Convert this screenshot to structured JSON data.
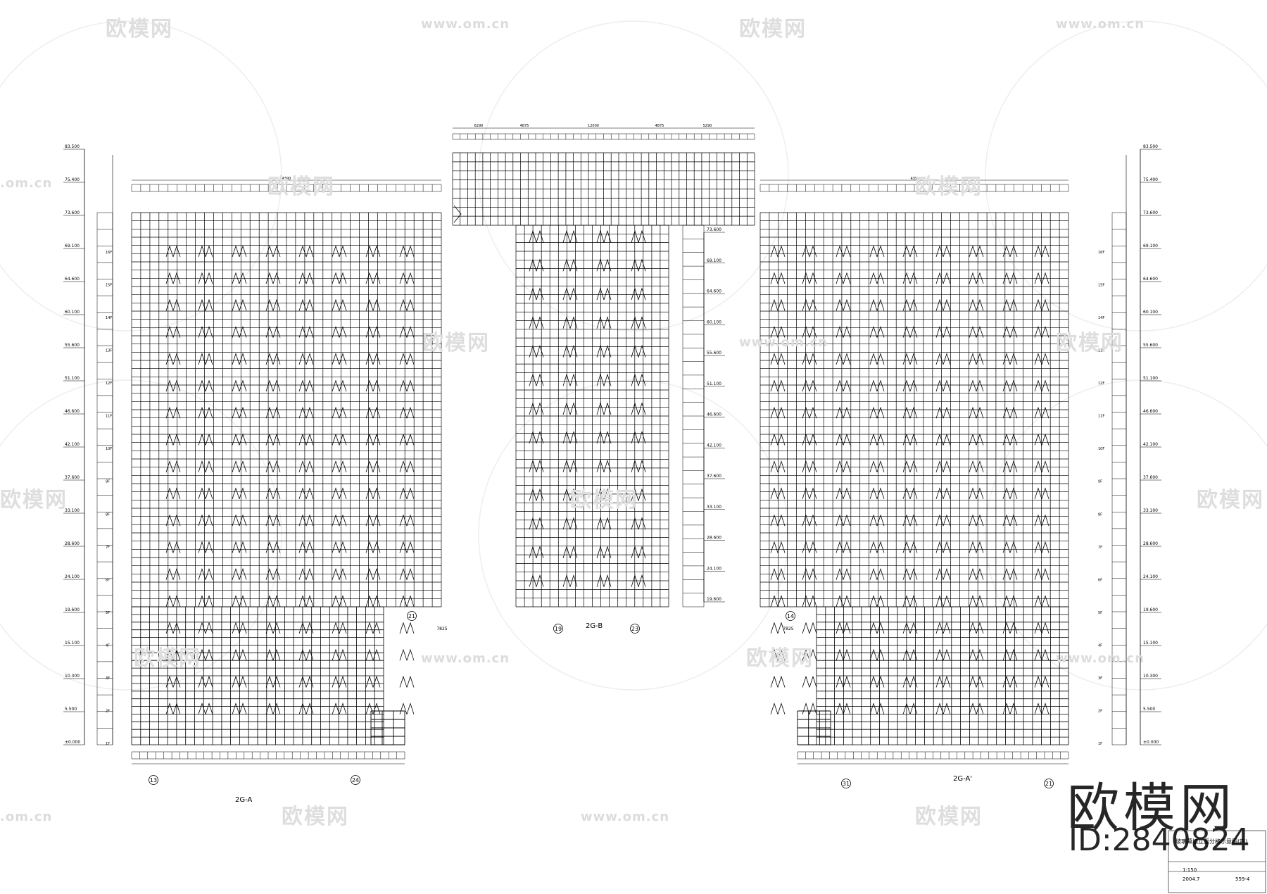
{
  "watermark": {
    "brand": "欧模网",
    "url": "www.om.cn",
    "url_fragment": ".om.cn",
    "id_text": "ID:2840824"
  },
  "elevations": [
    {
      "name": "2G-A",
      "label": "2G-A",
      "start_axis": "13",
      "end_axis": "24",
      "levels": [
        "83.500",
        "75.400",
        "73.600",
        "69.100",
        "64.600",
        "60.100",
        "55.600",
        "51.100",
        "46.600",
        "42.100",
        "37.600",
        "33.100",
        "28.600",
        "24.100",
        "19.600",
        "15.100",
        "10.300",
        "5.500",
        "±0.000"
      ],
      "floors": [
        "16F",
        "15F",
        "14F",
        "13F",
        "12F",
        "11F",
        "10F",
        "9F",
        "8F",
        "7F",
        "6F",
        "5F",
        "4F",
        "3F",
        "2F",
        "1F"
      ],
      "dim_top": "4390",
      "dim_bottom": "7825"
    },
    {
      "name": "2G-B",
      "label": "2G-B",
      "start_axis": "19",
      "end_axis": "23",
      "levels": [
        "73.600",
        "69.100",
        "64.600",
        "60.100",
        "55.600",
        "51.100",
        "46.600",
        "42.100",
        "37.600",
        "33.100",
        "28.600",
        "24.100",
        "19.600"
      ],
      "top_dims": [
        "6290",
        "4875",
        "12000",
        "4875",
        "5290"
      ]
    },
    {
      "name": "2G-A'",
      "label": "2G-A'",
      "start_axis": "31",
      "end_axis": "21",
      "levels": [
        "83.500",
        "75.400",
        "73.600",
        "69.100",
        "64.600",
        "60.100",
        "55.600",
        "51.100",
        "46.600",
        "42.100",
        "37.600",
        "33.100",
        "28.600",
        "24.100",
        "19.600",
        "15.100",
        "10.300",
        "5.500",
        "±0.000"
      ],
      "floors": [
        "16F",
        "15F",
        "14F",
        "13F",
        "12F",
        "11F",
        "10F",
        "9F",
        "8F",
        "7F",
        "6F",
        "5F",
        "4F",
        "3F",
        "2F",
        "1F"
      ],
      "dim_top": "4390",
      "dim_bottom": "7825"
    }
  ],
  "title_block": {
    "title": "玻璃幕墙立面分格示意图(四)",
    "scale": "1:150",
    "date": "2004.7",
    "drawing_no": "559-4"
  }
}
